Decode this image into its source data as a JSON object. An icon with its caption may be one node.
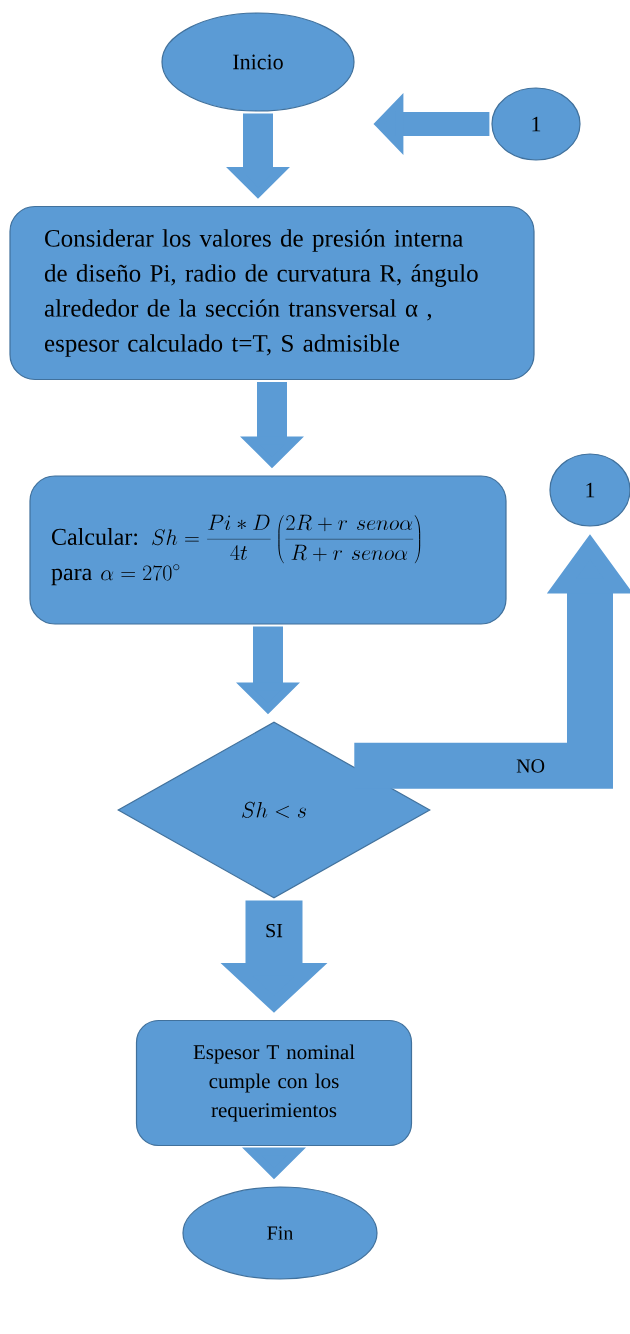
{
  "diagram": {
    "nodes": [
      {
        "text": [
          "Inicio"
        ]
      },
      {
        "text": [
          "1"
        ]
      },
      {
        "text": [
          "Considerar los valores de presión interna de diseño Pi, radio de curvatura R, ángulo alrededor de la sección transversal α , espesor calculado t=T, S admisible"
        ]
      },
      {
        "text": [
          "Calcular:",
          "Sh = \\frac{Pi\\ast D}{4t}\\left(\\frac{2R+r\\ seno\\alpha}{R+r\\ seno\\alpha}\\right)",
          "para",
          "\\alpha = 270^{\\circ}"
        ]
      },
      {
        "text": [
          "1"
        ]
      },
      {
        "text": [
          "Sh < s"
        ]
      },
      {
        "text": [
          "Espesor T nominal cumple con los requerimientos"
        ]
      },
      {
        "text": [
          "Fin"
        ]
      }
    ],
    "edges": [
      {
        "from": 0,
        "to": 2,
        "arrow": "to"
      },
      {
        "from": 1,
        "to": null,
        "arrow": "to"
      },
      {
        "from": 2,
        "to": 3,
        "arrow": "to"
      },
      {
        "from": 3,
        "to": 5,
        "arrow": "to"
      },
      {
        "from": 5,
        "to": 4,
        "arrow": "to",
        "label": "NO"
      },
      {
        "from": 5,
        "to": 6,
        "arrow": "to",
        "label": "SI",
        "style": "thick"
      },
      {
        "from": 6,
        "to": 7,
        "arrow": "to"
      }
    ]
  }
}
